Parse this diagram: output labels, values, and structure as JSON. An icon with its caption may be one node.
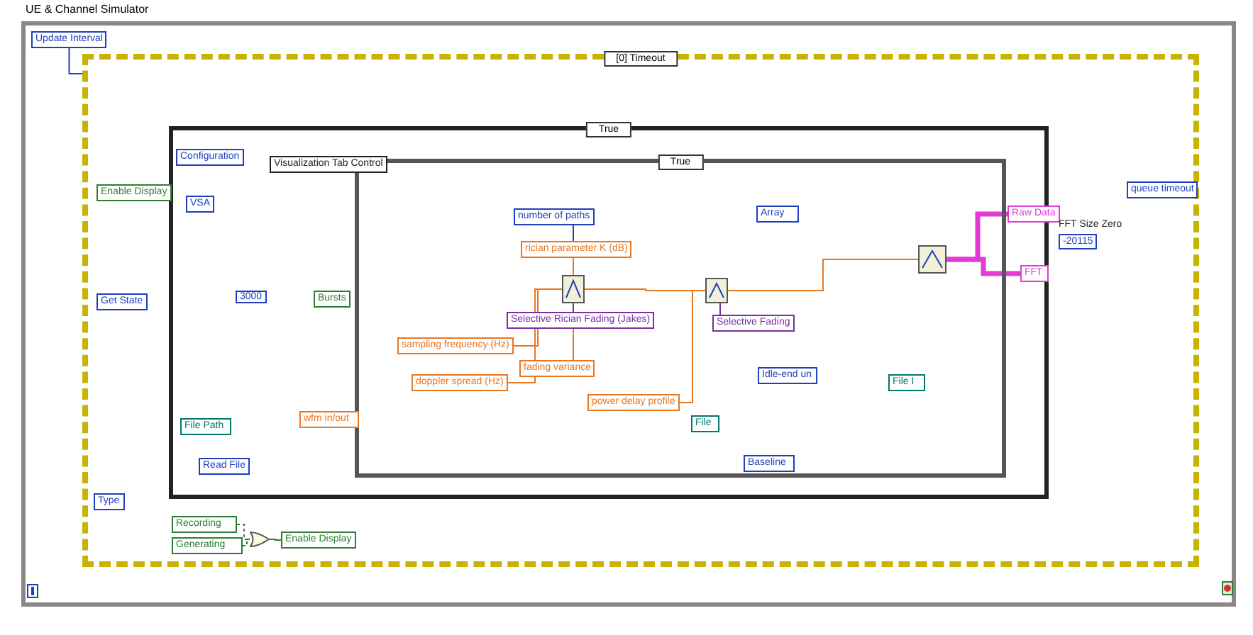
{
  "diagram": {
    "title": "UE & Channel Simulator",
    "nodes": [
      {
        "text": [
          "[0] Timeout"
        ]
      },
      {
        "text": [
          "True"
        ],
        "in": 0
      },
      {
        "text": [
          "True"
        ],
        "in": 1
      },
      {
        "text": [
          "Update Interval"
        ]
      },
      {
        "text": [
          "Enable Display"
        ],
        "in": 0
      },
      {
        "text": [
          "Configuration"
        ],
        "in": 1
      },
      {
        "text": [
          "VSA"
        ],
        "in": 1
      },
      {
        "text": [
          "Get State"
        ],
        "in": 0
      },
      {
        "text": [
          "Visualization Tab Control"
        ],
        "in": 1
      },
      {
        "text": [
          "Bursts"
        ],
        "in": 1
      },
      {
        "text": [
          "number of paths"
        ],
        "in": 2
      },
      {
        "text": [
          "rician parameter K (dB)"
        ],
        "in": 2
      },
      {
        "text": [
          "sampling frequency (Hz)"
        ],
        "in": 2
      },
      {
        "text": [
          "doppler spread (Hz)"
        ],
        "in": 2
      },
      {
        "text": [
          "fading variance"
        ],
        "in": 2
      },
      {
        "text": [
          "Selective Rician Fading (Jakes)"
        ],
        "in": 2
      },
      {
        "text": [
          "Selective Fading"
        ],
        "in": 2
      },
      {
        "text": [
          "power delay profile"
        ],
        "in": 2
      },
      {
        "text": [
          "Array"
        ],
        "in": 2
      },
      {
        "text": [
          "File"
        ],
        "in": 2
      },
      {
        "text": [
          "Baseline"
        ],
        "in": 2
      },
      {
        "text": [
          "Idle-end un"
        ],
        "in": 2
      },
      {
        "text": [
          "File I"
        ],
        "in": 2
      },
      {
        "text": [
          "File Path"
        ],
        "in": 1
      },
      {
        "text": [
          "Read File"
        ],
        "in": 1
      },
      {
        "text": [
          "wfm in/out"
        ],
        "in": 1
      },
      {
        "text": [
          "Type"
        ],
        "in": 0
      },
      {
        "text": [
          "Recording"
        ],
        "in": 0
      },
      {
        "text": [
          "Generating"
        ],
        "in": 0
      },
      {
        "text": [
          "Enable Display"
        ],
        "in": 0
      },
      {
        "text": [
          "Raw Data"
        ],
        "in": 1
      },
      {
        "text": [
          "FFT"
        ],
        "in": 1
      },
      {
        "text": [
          "FFT Size Zero",
          "-20115"
        ],
        "in": 0
      },
      {
        "text": [
          "queue timeout"
        ],
        "in": 0
      },
      {
        "text": [],
        "shape": "box",
        "in": 2
      },
      {
        "text": [],
        "shape": "box",
        "in": 2
      },
      {
        "text": [],
        "shape": "box",
        "in": 2
      },
      {
        "text": [],
        "shape": "gate",
        "in": 0
      }
    ],
    "edges": [
      {
        "from": 3,
        "to": 0,
        "arrow": "none",
        "color": "#1f3fbf"
      },
      {
        "from": 10,
        "to": 34,
        "arrow": "none",
        "color": "#1f3fbf"
      },
      {
        "from": 11,
        "to": 34,
        "arrow": "none",
        "color": "#e87722"
      },
      {
        "from": 12,
        "to": 34,
        "arrow": "none",
        "color": "#e87722"
      },
      {
        "from": 13,
        "to": 34,
        "arrow": "none",
        "color": "#e87722"
      },
      {
        "from": 14,
        "to": 34,
        "arrow": "none",
        "color": "#e87722"
      },
      {
        "from": 15,
        "to": 34,
        "arrow": "none",
        "color": "#7b2f9e"
      },
      {
        "from": 34,
        "to": 35,
        "arrow": "none",
        "color": "#e87722"
      },
      {
        "from": 17,
        "to": 35,
        "arrow": "none",
        "color": "#e87722"
      },
      {
        "from": 16,
        "to": 35,
        "arrow": "none",
        "color": "#7b2f9e"
      },
      {
        "from": 35,
        "to": 36,
        "arrow": "none",
        "color": "#e87722"
      },
      {
        "from": 36,
        "to": 30,
        "arrow": "none",
        "color": "#e23ad6",
        "style": "thick"
      },
      {
        "from": 36,
        "to": 31,
        "arrow": "none",
        "color": "#e23ad6",
        "style": "thick"
      },
      {
        "from": 27,
        "to": 37,
        "arrow": "none",
        "color": "#2e7d32",
        "style": "dashed"
      },
      {
        "from": 28,
        "to": 37,
        "arrow": "none",
        "color": "#2e7d32",
        "style": "dashed"
      },
      {
        "from": 37,
        "to": 29,
        "arrow": "none",
        "color": "#2e7d32"
      }
    ],
    "labels": [
      "3000"
    ]
  }
}
